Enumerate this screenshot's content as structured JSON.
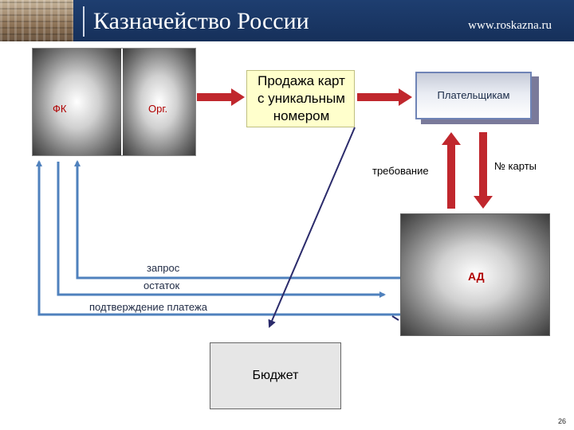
{
  "header": {
    "title": "Казначейство России",
    "url": "www.roskazna.ru"
  },
  "nodes": {
    "fk": "ФК",
    "org": "Орг.",
    "sale": "Продажа карт\nс уникальным\nномером",
    "payers": "Плательщикам",
    "ad": "АД",
    "budget": "Бюджет"
  },
  "edges": {
    "request": "требование",
    "card_number": "№ карты",
    "query": "запрос",
    "balance": "остаток",
    "payment_confirmation": "подтверждение платежа"
  },
  "page_number": "26",
  "colors": {
    "header_bg": "#1e3e70",
    "blue_arrow": "#4f81bd",
    "red_arrow": "#c0272d",
    "dark_arrow": "#2b2b6b",
    "label_red": "#b00000"
  }
}
